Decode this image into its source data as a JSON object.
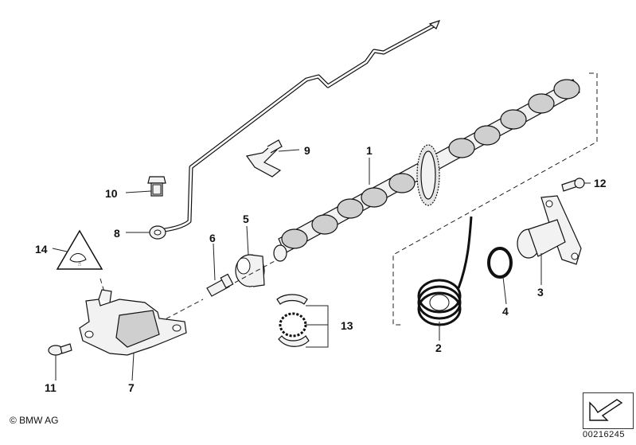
{
  "callouts": {
    "p1": "1",
    "p2": "2",
    "p3": "3",
    "p4": "4",
    "p5": "5",
    "p6": "6",
    "p7": "7",
    "p8": "8",
    "p9": "9",
    "p10": "10",
    "p11": "11",
    "p12": "12",
    "p13": "13",
    "p14": "14"
  },
  "footer": {
    "copyright": "© BMW AG",
    "document_number": "00216245"
  }
}
